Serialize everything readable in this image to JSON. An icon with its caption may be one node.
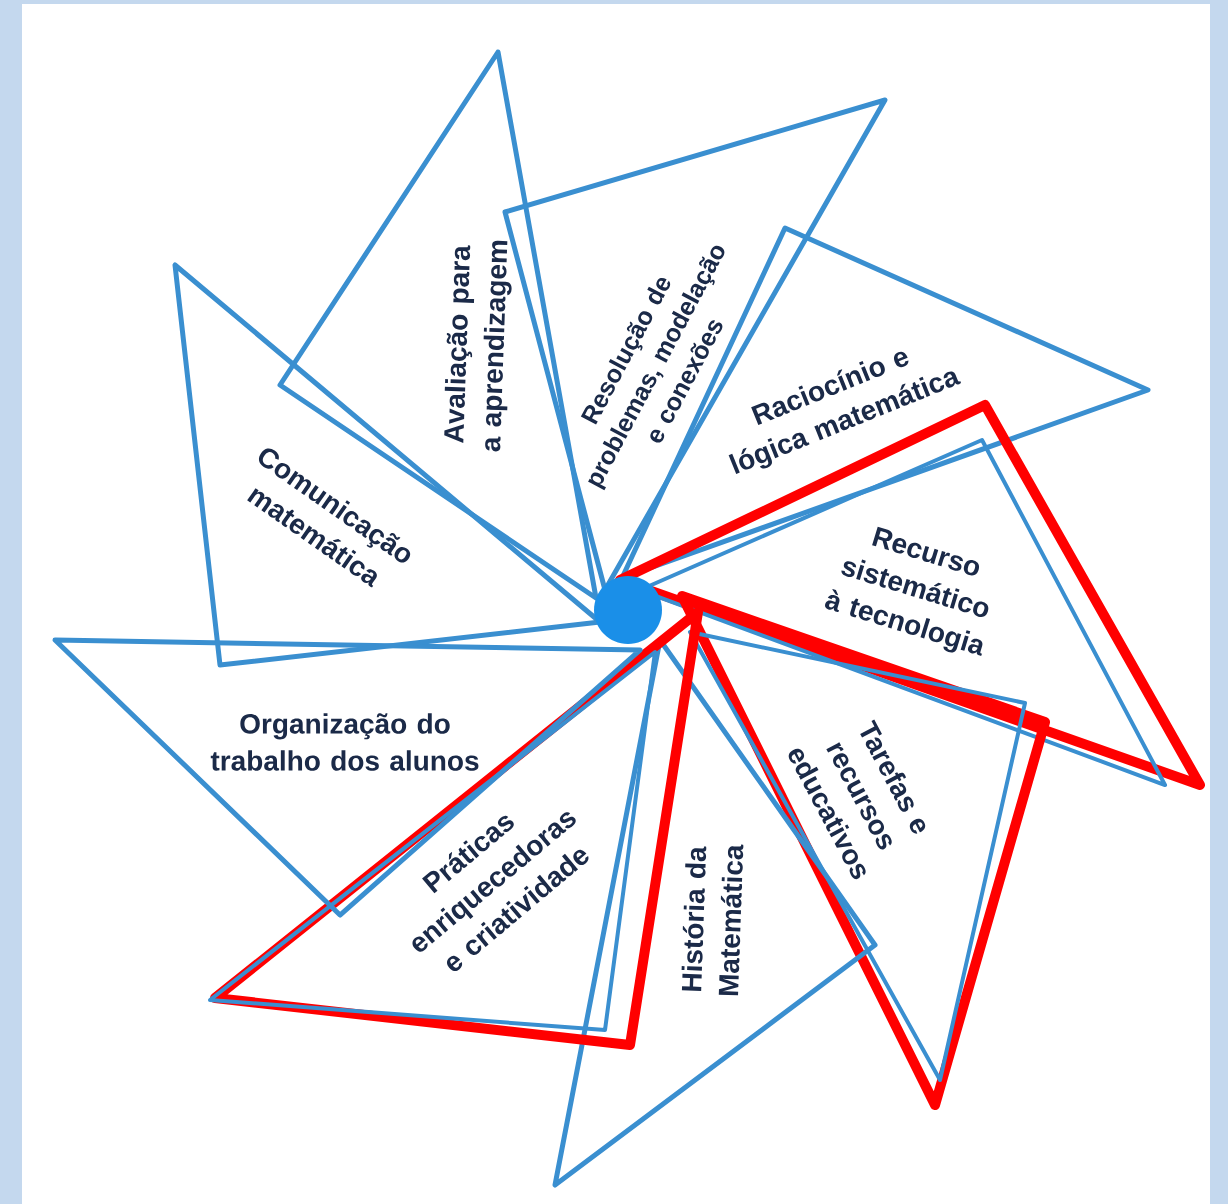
{
  "diagram": {
    "nodes": [
      {
        "text": [
          "Avaliação para a aprendizagem"
        ]
      },
      {
        "text": [
          "Resolução de problemas, modelação e conexões"
        ]
      },
      {
        "text": [
          "Raciocínio e lógica matemática"
        ]
      },
      {
        "text": [],
        "shape": "triangle"
      },
      {
        "text": [
          "Recurso sistemático à tecnologia"
        ],
        "in": 3
      },
      {
        "text": [],
        "shape": "triangle"
      },
      {
        "text": [
          "Tarefas e recursos educativos"
        ],
        "in": 5
      },
      {
        "text": [
          "História da Matemática"
        ]
      },
      {
        "text": [],
        "shape": "triangle"
      },
      {
        "text": [
          "Práticas enriquecedoras e criatividade"
        ],
        "in": 8
      },
      {
        "text": [
          "Organização do trabalho dos alunos"
        ]
      },
      {
        "text": [
          "Comunicação matemática"
        ]
      }
    ]
  }
}
